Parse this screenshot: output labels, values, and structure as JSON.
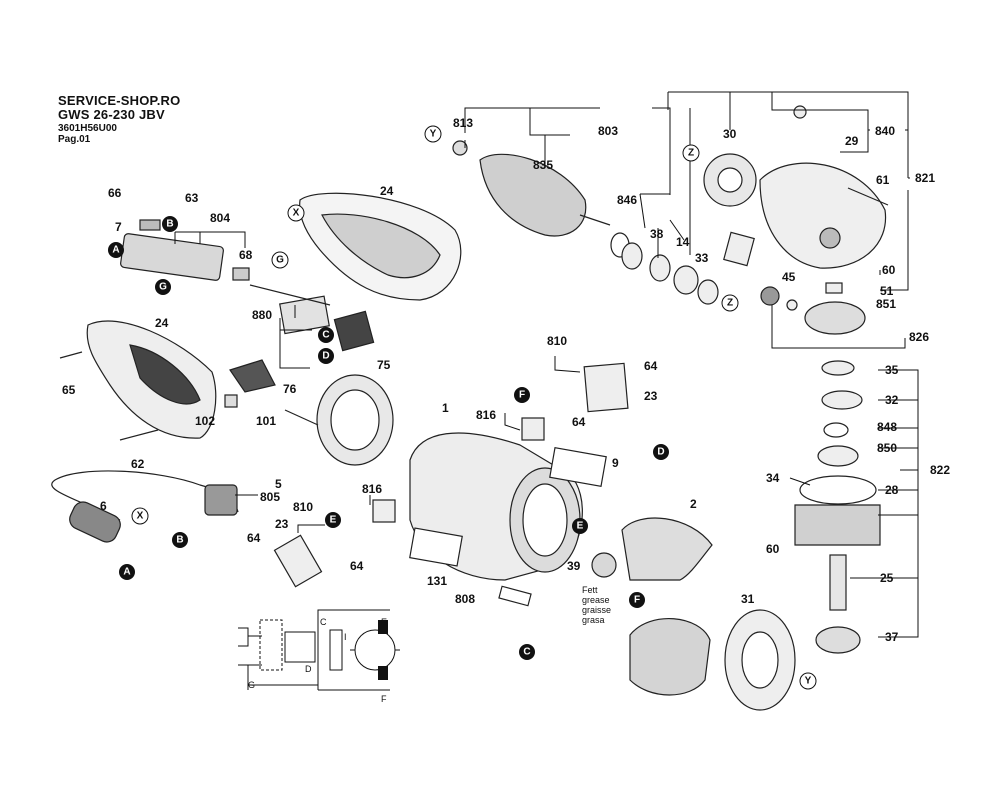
{
  "header": {
    "shop": "SERVICE-SHOP.RO",
    "model": "GWS 26-230 JBV",
    "part_number": "3601H56U00",
    "page": "Pag.01"
  },
  "numbers": {
    "n1": "1",
    "n2": "2",
    "n5": "5",
    "n6": "6",
    "n7": "7",
    "n9": "9",
    "n14": "14",
    "n23a": "23",
    "n23b": "23",
    "n24a": "24",
    "n24b": "24",
    "n25": "25",
    "n28": "28",
    "n29": "29",
    "n30": "30",
    "n31": "31",
    "n32": "32",
    "n33": "33",
    "n34": "34",
    "n35": "35",
    "n37": "37",
    "n38": "38",
    "n39": "39",
    "n45": "45",
    "n51": "51",
    "n60a": "60",
    "n60b": "60",
    "n61": "61",
    "n62": "62",
    "n63": "63",
    "n64a": "64",
    "n64b": "64",
    "n64c": "64",
    "n64d": "64",
    "n65": "65",
    "n66": "66",
    "n68": "68",
    "n75": "75",
    "n76": "76",
    "n101": "101",
    "n102": "102",
    "n131": "131",
    "n803": "803",
    "n804": "804",
    "n805": "805",
    "n808": "808",
    "n810a": "810",
    "n810b": "810",
    "n813": "813",
    "n816a": "816",
    "n816b": "816",
    "n821": "821",
    "n822": "822",
    "n826": "826",
    "n835": "835",
    "n840": "840",
    "n846": "846",
    "n848": "848",
    "n850": "850",
    "n851": "851",
    "n880": "880"
  },
  "circles": {
    "A": "A",
    "B": "B",
    "C": "C",
    "D": "D",
    "E": "E",
    "F": "F",
    "G": "G",
    "X": "X",
    "Y": "Y",
    "Z": "Z"
  },
  "grease_note": [
    "Fett",
    "grease",
    "graisse",
    "grasa"
  ],
  "schematic": {
    "C": "C",
    "D": "D",
    "E": "E",
    "F": "F",
    "G": "G",
    "I": "I"
  }
}
